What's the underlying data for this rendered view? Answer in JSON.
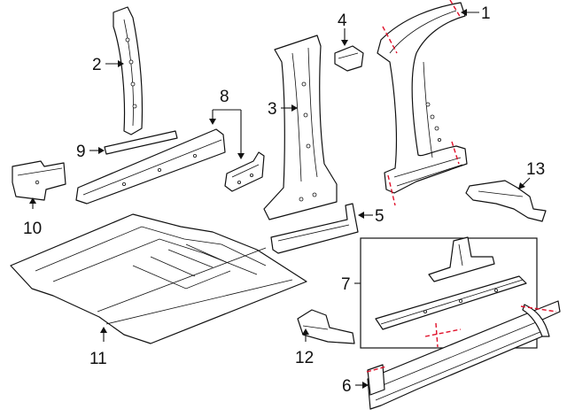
{
  "callouts": [
    "1",
    "2",
    "3",
    "4",
    "5",
    "6",
    "7",
    "8",
    "9",
    "10",
    "11",
    "12",
    "13"
  ],
  "colors": {
    "line": "#111111",
    "cut_line": "#e0102a",
    "background": "#ffffff"
  }
}
